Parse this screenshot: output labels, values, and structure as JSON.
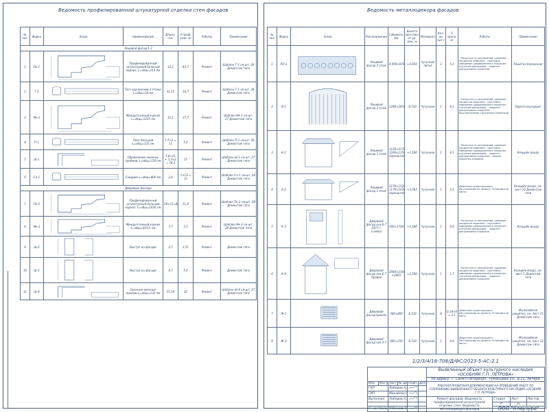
{
  "left": {
    "title": "Ведомость профилированной штукатурной отделки стен фасадов",
    "headers": [
      "№ поз.",
      "Марка",
      "Эскиз",
      "Наименование",
      "Длина, п.м.",
      "S проф. разв. м²",
      "Работы",
      "Примечание"
    ],
    "sections": {
      "s1": "Лицевой фасад 1-3",
      "s2": "Дворовые фасады"
    },
    "rows": [
      {
        "n": "1",
        "mark": "Пк-1",
        "name": "Профилированный штукатурный бельный карниз. L=общ=310 пм",
        "len": "32,2",
        "area": "43,7",
        "work": "Ремонт",
        "note": "Шаблон Т-1 см.шт. 26 Демонтаж тяги"
      },
      {
        "n": "2",
        "mark": "Т-1",
        "name": "Тяга над окнами 2 этажа. L=общ=50 пм",
        "len": "32,15",
        "area": "10,7",
        "work": "Ремонт",
        "note": "Шаблон Т-1 см.шт. 26 Демонтаж тяги"
      },
      {
        "n": "3",
        "mark": "Мк-1",
        "name": "Междуэтажный карниз L=общ=1225 пм",
        "len": "32,1",
        "area": "37,7",
        "work": "Ремонт",
        "note": "Шаблон Мк-1 см.шт. 27 Демонтаж тяги"
      },
      {
        "n": "4",
        "mark": "П-1",
        "name": "Пояс бельный L=общ=335 пм",
        "len": "7,7+2 = 11",
        "area": "5,6",
        "work": "Ремонт",
        "note": "Шаблон П-1 см.шт. 26 Демонтаж тяги"
      },
      {
        "n": "5",
        "mark": "Ш-1",
        "name": "Обрамление оконных проёмов. L=общ=150 пм",
        "len": "5,8×11 + 3,3×2 = 78,2",
        "area": "15",
        "work": "Ремонт",
        "note": "Шаблон Ш-1 см.шт. 27 Демонтаж тяги"
      },
      {
        "n": "6",
        "mark": "Сл-1",
        "name": "Сандрик L=общ=400 пм",
        "len": "2,8",
        "area": "1×13 = 13",
        "work": "Ремонт",
        "note": "Шаблон Сл-1 см.шт. 28 Демонтаж тяги"
      },
      {
        "n": "7",
        "mark": "Пк-2",
        "name": "Профилированный штукатурный бельный карниз. L=общ=1630 пм",
        "len": "24+15=48",
        "area": "51,4",
        "work": "Ремонт",
        "note": "Шаблон Пк-2 см.шт. 28 Демонтаж тяги"
      },
      {
        "n": "8",
        "mark": "Мк-2",
        "name": "Междуэтажный карниз L=общ=819,5 пм",
        "len": "7,7",
        "area": "3,5",
        "work": "Ремонт",
        "note": "Шаблон Мк-2 см.шт. 28 Демонтаж тяги"
      },
      {
        "n": "9",
        "mark": "Ш-2",
        "name": "Выступ на фасаде",
        "len": "2,5",
        "area": "3,51",
        "work": "Ремонт",
        "note": "Демонтаж тяги"
      },
      {
        "n": "10",
        "mark": "Ш-3",
        "name": "Выступ на фасаде",
        "len": "4,7",
        "area": "5,6",
        "work": "Ремонт",
        "note": "Демонтаж тяги"
      },
      {
        "n": "11",
        "mark": "Ш-4",
        "name": "Оконные оконные проёмы L=общ=132 пм",
        "len": "15,14",
        "area": "22",
        "work": "Ремонт",
        "note": "Шаблон Ш-4 см.шт. 27 Демонтаж тяги"
      }
    ]
  },
  "right": {
    "title": "Ведомость металлодекора фасадов",
    "headers": [
      "№ поз.",
      "Марка",
      "Эскиз",
      "Расположение",
      "Габариты, мм",
      "Высота монтажа от ур. зем., м",
      "Материал",
      "Кол-во (шт.)",
      "S прогр. м²",
      "Работы",
      "Примечание"
    ],
    "rows": [
      {
        "n": "1",
        "mark": "ПО-1",
        "place": "Лицевой фасад 2 этаж",
        "dims": "4,950×870",
        "h": "+3,050",
        "mat": "Чугунное литьё",
        "qty": "3",
        "area": "5,3",
        "work": "- Расчистка от загрязнений, удаление продуктов коррозии; - грунтовка; - наведение одорированного покрытия (чугунная декорация); - защитно-декоративное покрытие.",
        "note": "Решётка балконная"
      },
      {
        "n": "2",
        "mark": "В-1",
        "place": "Лицевой фасад 1 этаж",
        "dims": "1280×2650",
        "h": "-0,510",
        "mat": "Чугунное",
        "qty": "1",
        "area": "9,1",
        "work": "- Расчистка от загрязнений, удаление продуктов коррозии; - грунтовка; - наведение одорированного покрытия (чугунная декорация); - защитно-декоративное покрытие; - Восстановление утраченных элементов.",
        "note": "Ворота въездные"
      },
      {
        "n": "3",
        "mark": "К-1",
        "place": "Лицевой фасад 1 этаж",
        "dims": "1150×2170; 1260×1150 (кронштейн)",
        "h": "+1,180",
        "mat": "Чугунное",
        "qty": "1",
        "area": "4,1",
        "work": "- Расчистка от загрязнений, удаление продуктов коррозии; - грунтовка; - наведение одорированного покрытия (чугунная декорация); - защитно-декоративное покрытие; - замена покрытия козырька.",
        "note": "Козырёк входа"
      },
      {
        "n": "4",
        "mark": "К-2",
        "place": "Лицевой фасад 1 этаж",
        "dims": "1170×1520; 1170×1620 (кронштейн)",
        "h": "+3,565",
        "mat": "Чугунное",
        "qty": "1",
        "area": "3,5",
        "work": "Демонтаж существующего. Изготовление по проекту. Установка на место.",
        "note": "Козырёк входа, см. лист 10 Демонтаж тяги"
      },
      {
        "n": "5",
        "mark": "К-3",
        "place": "Дворовой фасад оси Б-Т 1937 г. (схема)",
        "dims": "500×1700",
        "h": "+2,580",
        "mat": "Чугунное",
        "qty": "1",
        "area": "0,9",
        "work": "- Расчистка от загрязнений, удаление продуктов коррозии; - грунтовка; - наведение одорированного покрытия (чугунная декорация); - защитно-декоративное покрытие.",
        "note": "Козырёк входа"
      },
      {
        "n": "6",
        "mark": "К-4",
        "place": "Дворовой фасад оси Б-Т Правое",
        "dims": "2080×2160 ×2065",
        "h": "+3,590",
        "mat": "Чугунное",
        "qty": "1",
        "area": "1,7",
        "work": "- Расчистка от загрязнений, удаление продуктов коррозии; - грунтовка; - наведение одорированного покрытия (чугунная декорация); - защитно-декоративное покрытие.",
        "note": "Козырёк входа, см. лист 5 Демонтаж тяги"
      },
      {
        "n": "7",
        "mark": "Ж-1",
        "place": "Дворовой фасад Цоколь",
        "dims": "300×460",
        "h": "-0,510",
        "mat": "Чугунное",
        "qty": "8",
        "area": "0,14×8 = 1,1",
        "work": "Демонтаж существующего. Изготовление по проекту. Установка на место.",
        "note": "Жалюзийная решётка, см. лист 11 Демонтаж тяги"
      },
      {
        "n": "8",
        "mark": "Ж-2",
        "place": "Дворовой фасад оси 3-7",
        "dims": "900×350",
        "h": "-0,510",
        "mat": "Чугунное",
        "qty": "1",
        "area": "0,4",
        "work": "Демонтаж существующего. Изготовление по проекту. Установка на место.",
        "note": "Жалюзийная решётка, см. лист 12 Демонтаж тяги"
      }
    ],
    "stamp": {
      "code": "1/2/3/4/18-708/Д/ФС/2023-5-АС-2.1",
      "object": "Выявленный объект культурного наследия «ОСОБНЯК Г.П. ПЕТРОВА»",
      "address": "по адресу: г. Санкт-Петербург, Румянцева ул., д.21, литера",
      "project_text": "РАБОЧАЯ ПРОЕКТНАЯ ДОКУМЕНТАЦИЯ НА ПРОВЕДЕНИЕ РАБОТ ПО СОХРАНЕНИЮ ВЫЯВЛЕННОГО ОБЪЕКТА КУЛЬТУРНОГО НАСЛЕДИЯ «ОСОБНЯК Г.П. ПЕТРОВА»",
      "sheet_title": "Ремонт фасадов. Ведомость профилированной штукатурной отделки стен. Ведомость металлодекора фасадов",
      "hdr_izm": "Изм.",
      "hdr_kol": "Кол.уч",
      "hdr_list": "Лист",
      "hdr_ndok": "№ док.",
      "hdr_podp": "Подп.",
      "hdr_data": "Дата",
      "role1": "ГАП",
      "name1": "Лебедев А.А.",
      "role2": "ГИП",
      "name2": "Михайлов С.В.",
      "role3": "Выполнил",
      "name3": "Лебедев А.А.",
      "role4": "Н. контроль",
      "name4": "Рябинова О.В.",
      "stage_h": "Стадия",
      "list_h": "Лист",
      "lists_h": "Листов",
      "stage": "Р",
      "list": "21",
      "org": "ООО \"Клаузура\""
    }
  }
}
